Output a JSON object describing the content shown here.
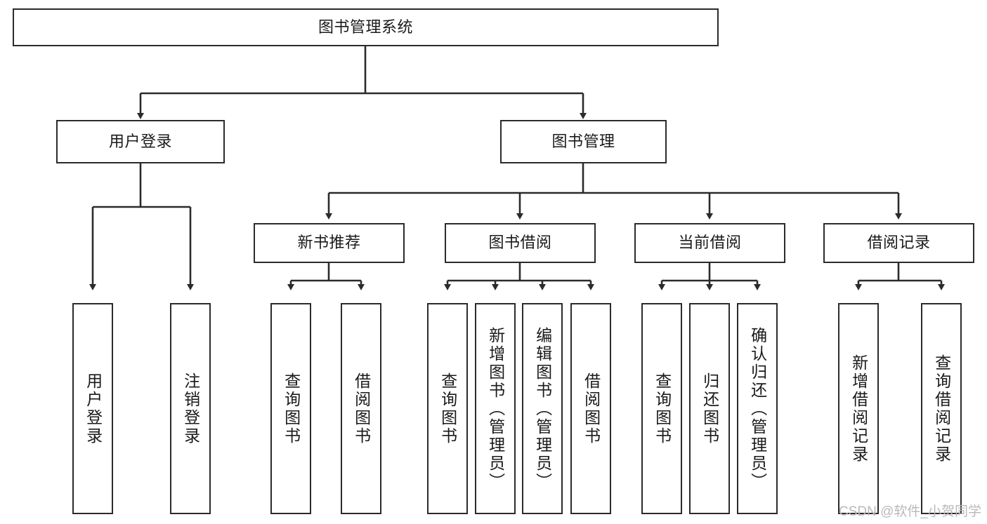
{
  "diagram": {
    "title": "图书管理系统",
    "type": "tree-hierarchy",
    "watermark": "CSDN @软件_小贺同学",
    "colors": {
      "stroke": "#2b2b2b",
      "fill": "#ffffff",
      "text": "#1a1a1a",
      "watermark": "#b9b9b9"
    },
    "nodes": {
      "root": {
        "label": "图书管理系统"
      },
      "level1": [
        {
          "id": "user-login",
          "label": "用户登录"
        },
        {
          "id": "book-manage",
          "label": "图书管理"
        }
      ],
      "level2": [
        {
          "id": "new-book-recommend",
          "label": "新书推荐"
        },
        {
          "id": "book-borrow",
          "label": "图书借阅"
        },
        {
          "id": "current-borrow",
          "label": "当前借阅"
        },
        {
          "id": "borrow-record",
          "label": "借阅记录"
        }
      ],
      "leaves": [
        {
          "id": "leaf-user-login",
          "label": "用户登录"
        },
        {
          "id": "leaf-logout-login",
          "label": "注销登录"
        },
        {
          "id": "leaf-query-book-1",
          "label": "查询图书"
        },
        {
          "id": "leaf-borrow-book-1",
          "label": "借阅图书"
        },
        {
          "id": "leaf-query-book-2",
          "label": "查询图书"
        },
        {
          "id": "leaf-add-book",
          "label": "新增图书（管理员）"
        },
        {
          "id": "leaf-edit-book",
          "label": "编辑图书（管理员）"
        },
        {
          "id": "leaf-borrow-book-2",
          "label": "借阅图书"
        },
        {
          "id": "leaf-query-book-3",
          "label": "查询图书"
        },
        {
          "id": "leaf-return-book",
          "label": "归还图书"
        },
        {
          "id": "leaf-confirm-return",
          "label": "确认归还（管理员）"
        },
        {
          "id": "leaf-add-borrow-record",
          "label": "新增借阅记录"
        },
        {
          "id": "leaf-query-borrow-record",
          "label": "查询借阅记录"
        }
      ]
    }
  }
}
